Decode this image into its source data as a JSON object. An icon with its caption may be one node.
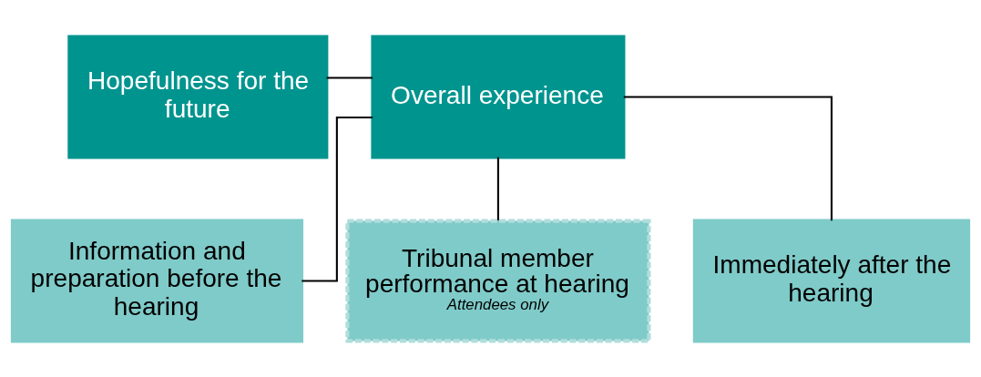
{
  "diagram": {
    "nodes": [
      {
        "text": [
          "Hopefulness for the future"
        ]
      },
      {
        "text": [
          "Overall experience"
        ]
      },
      {
        "text": [
          "Information and preparation before the hearing"
        ]
      },
      {
        "text": [
          "Tribunal member performance at hearing",
          "Attendees only"
        ]
      },
      {
        "text": [
          "Immediately after the hearing"
        ]
      }
    ],
    "edges": [
      {
        "from": 0,
        "to": 1,
        "arrow": "none"
      },
      {
        "from": 1,
        "to": 2,
        "arrow": "none"
      },
      {
        "from": 1,
        "to": 3,
        "arrow": "none"
      },
      {
        "from": 1,
        "to": 4,
        "arrow": "none"
      }
    ]
  }
}
